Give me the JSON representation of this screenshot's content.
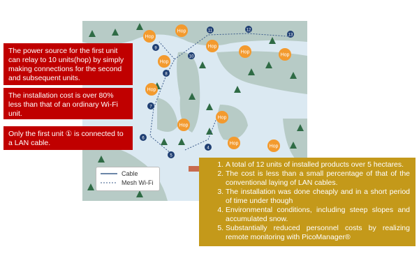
{
  "callouts": [
    "The power source for the first unit can relay to 10 units(hop) by simply making connections for the second and subsequent units.",
    "The installation cost is over 80% less than that of an ordinary Wi-Fi unit.",
    "Only the first unit ① is connected to a LAN cable."
  ],
  "benefits": [
    "A total of 12 units of installed products over 5 hectares.",
    "The cost is less than a small percentage of that of the conventional laying of LAN cables.",
    "The installation was done cheaply and in a short period of time under though",
    "Environmental conditions, including steep slopes and accumulated snow.",
    "Substantially reduced personnel costs by realizing remote monitoring with PicoManager®"
  ],
  "legend": {
    "cable": "Cable",
    "mesh": "Mesh Wi-Fi"
  },
  "map": {
    "hop_label": "Hop",
    "unit_numbers": [
      "4",
      "5",
      "6",
      "7",
      "8",
      "9",
      "10",
      "11",
      "12",
      "13"
    ]
  },
  "colors": {
    "red": "#c00000",
    "gold": "#c4991a",
    "hop": "#f39a2e",
    "marker": "#1f3f73"
  }
}
